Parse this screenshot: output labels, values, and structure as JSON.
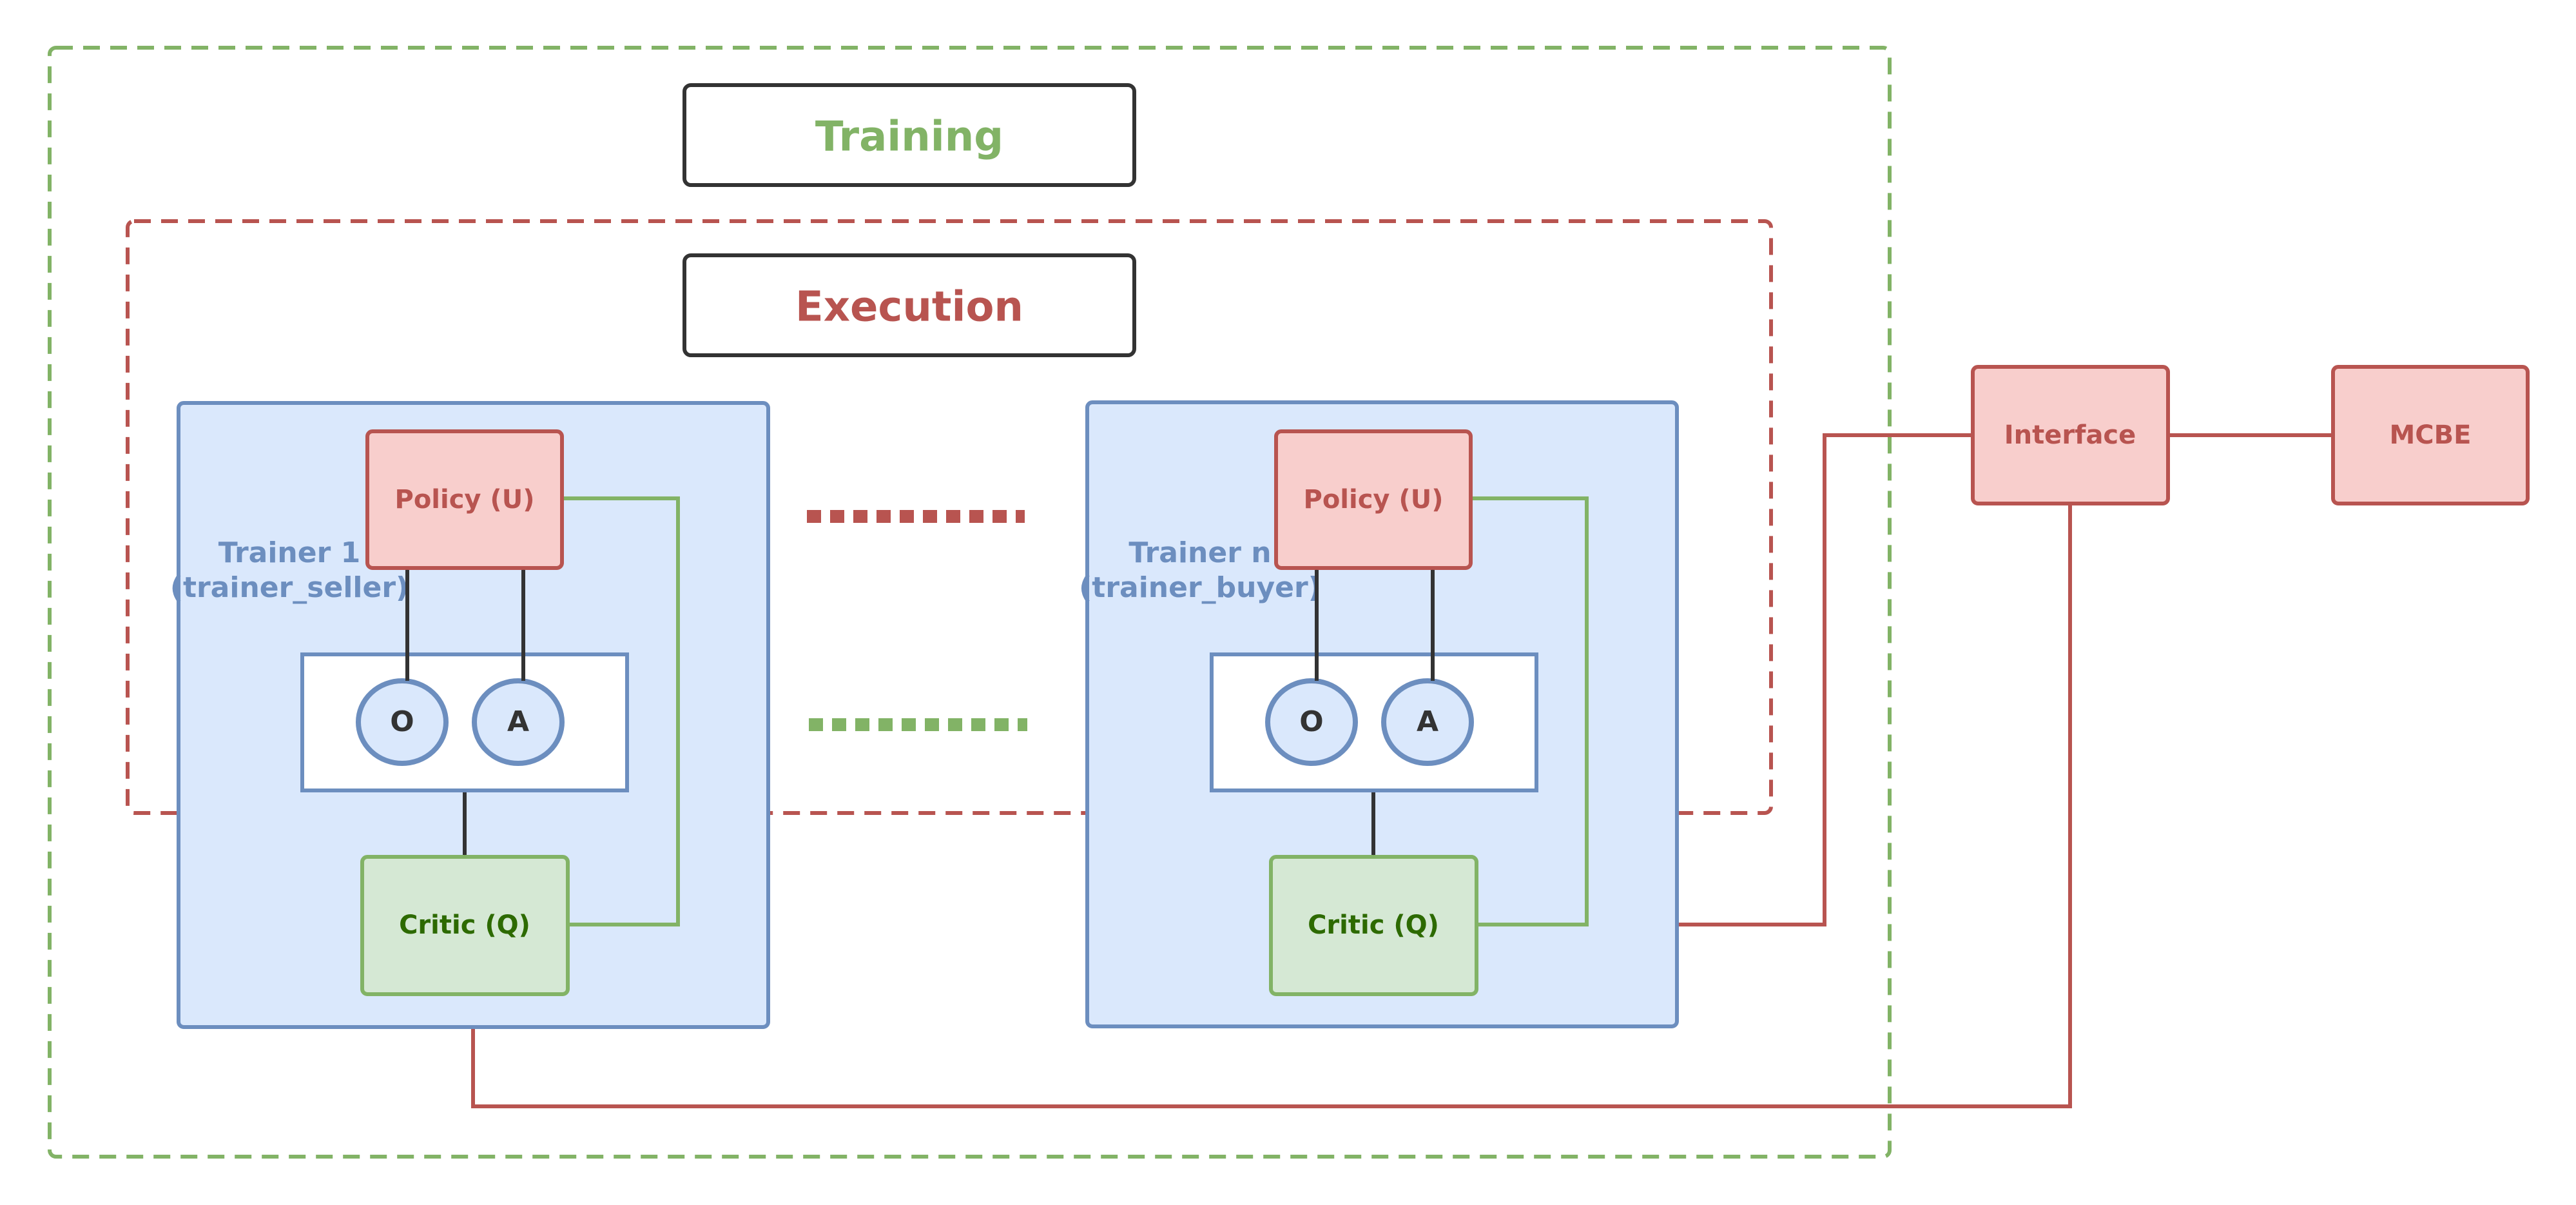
{
  "labels": {
    "training": "Training",
    "execution": "Execution",
    "interface": "Interface",
    "mcbe": "MCBE"
  },
  "trainers": [
    {
      "name_line1": "Trainer 1",
      "name_line2": "(trainer_seller)",
      "policy": "Policy (U)",
      "critic": "Critic (Q)",
      "obs": "O",
      "act": "A"
    },
    {
      "name_line1": "Trainer n",
      "name_line2": "(trainer_buyer)",
      "policy": "Policy (U)",
      "critic": "Critic (Q)",
      "obs": "O",
      "act": "A"
    }
  ],
  "colors": {
    "training_green": "#82b366",
    "execution_red": "#b85450",
    "trainer_fill": "#dae8fc",
    "trainer_stroke": "#6c8ebf",
    "policy_fill": "#f8cecc",
    "critic_fill": "#d5e8d4",
    "critic_text": "#2d6a00",
    "arrow_dark": "#333333"
  }
}
